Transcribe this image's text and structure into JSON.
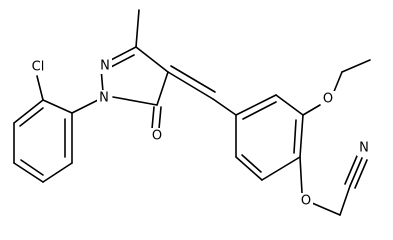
{
  "molecule": {
    "atoms": {
      "chlorine": "Cl",
      "pyrazole_n1": "N",
      "pyrazole_n2": "N",
      "carbonyl_o": "O",
      "ethoxy_o": "O",
      "ether_o": "O",
      "nitrile_n": "N"
    }
  }
}
